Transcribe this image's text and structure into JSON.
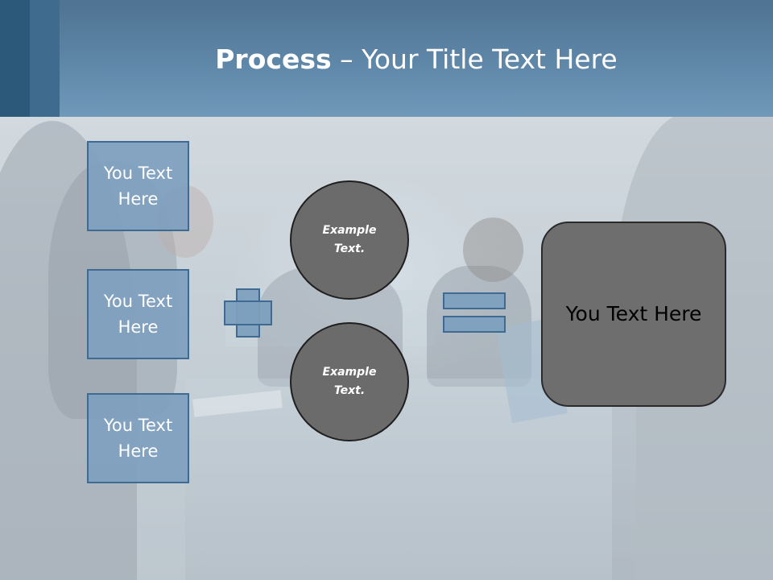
{
  "slide": {
    "title_bold": "Process",
    "title_rest": " – Your Title Text Here"
  },
  "left_boxes": [
    {
      "label": "You Text Here"
    },
    {
      "label": "You Text Here"
    },
    {
      "label": "You Text Here"
    }
  ],
  "circles": [
    {
      "label": "Example Text."
    },
    {
      "label": "Example Text."
    }
  ],
  "result_box": {
    "label": "You Text Here"
  },
  "symbols": {
    "plus": "plus-icon",
    "equals": "equals-icon"
  },
  "colors": {
    "header": "#5f87a8",
    "box_fill": "#7ea0bf",
    "box_border": "#3f6b92",
    "circle_fill": "#6b6b6b",
    "result_fill": "#6e6e6e"
  }
}
